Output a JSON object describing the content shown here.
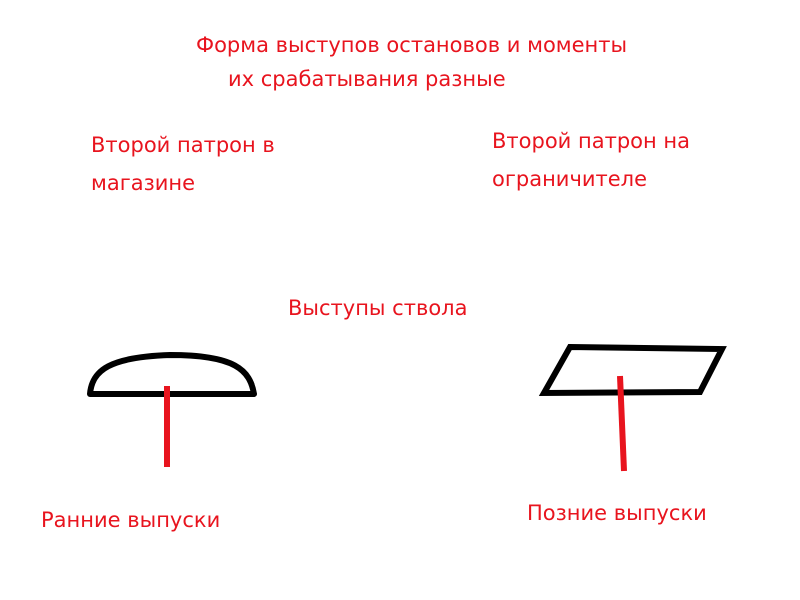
{
  "title": {
    "line1": "Форма выступов остановов и моменты",
    "line2": "их срабатывания разные"
  },
  "left_caption": {
    "line1": "Второй патрон в",
    "line2": "магазине"
  },
  "right_caption": {
    "line1": "Второй патрон на",
    "line2": "ограничителе"
  },
  "center_label": "Выступы ствола",
  "left_label": "Ранние выпуски",
  "right_label": "Позние выпуски",
  "colors": {
    "text": "#e8141e",
    "outline": "#000000",
    "stem": "#e8141e"
  }
}
